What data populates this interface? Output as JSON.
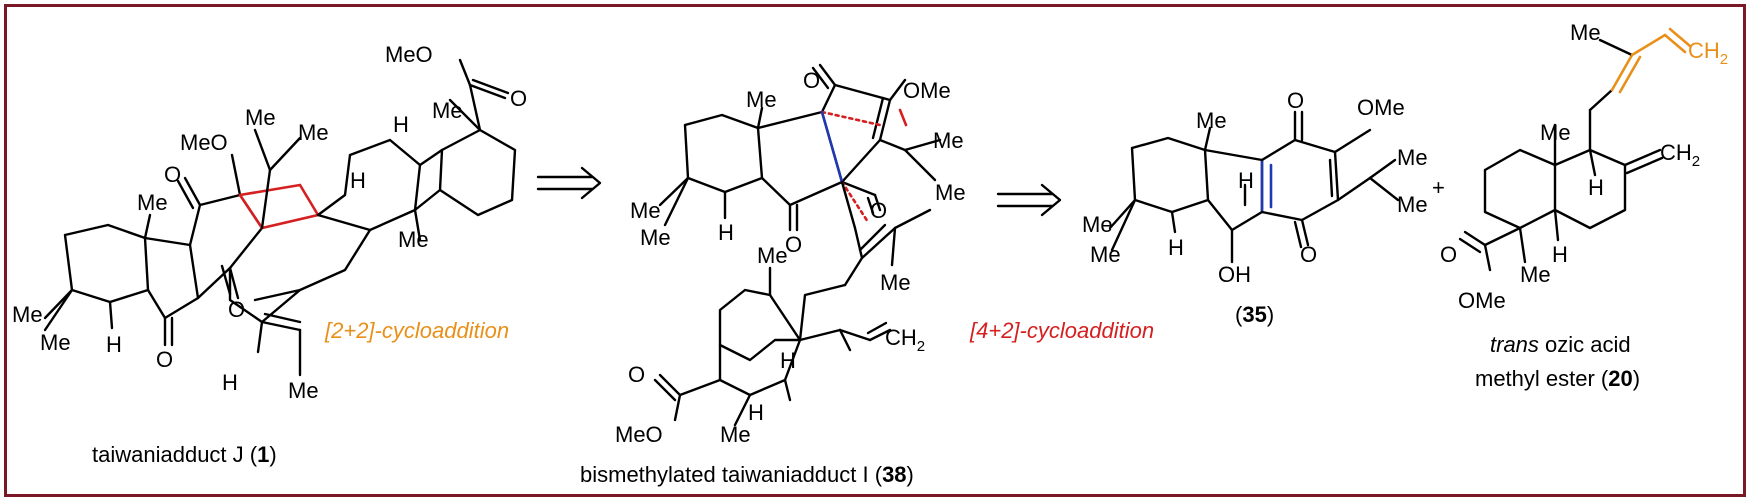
{
  "colors": {
    "frame": "#7a1828",
    "red": "#d42020",
    "blue": "#2038b0",
    "orange": "#e8901a"
  },
  "atoms": {
    "me": "Me",
    "meo": "MeO",
    "ome": "OMe",
    "o": "O",
    "h": "H",
    "oh": "OH",
    "ch2": "CH",
    "sub2": "2"
  },
  "reactions": {
    "cyclo22": "[2+2]-cycloaddition",
    "cyclo42": "[4+2]-cycloaddition"
  },
  "compounds": {
    "c1": {
      "name": "taiwaniadduct J (",
      "num": "1",
      "close": ")"
    },
    "c38": {
      "name": "bismethylated taiwaniadduct I (",
      "num": "38",
      "close": ")"
    },
    "c35": {
      "open": "(",
      "num": "35",
      "close": ")"
    },
    "c20": {
      "line1_i": "trans",
      "line1": " ozic acid",
      "line2": "methyl ester (",
      "num": "20",
      "close": ")"
    }
  },
  "symbols": {
    "plus": "+"
  }
}
